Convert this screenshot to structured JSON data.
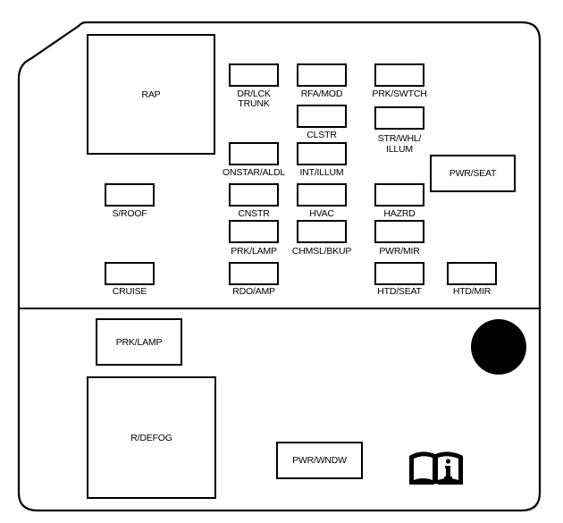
{
  "title": "Fuse block layout",
  "upper_section": {
    "large_blocks": [
      {
        "id": "rap",
        "label": "RAP"
      },
      {
        "id": "pwr-seat",
        "label": "PWR/SEAT"
      }
    ],
    "fuses": [
      {
        "id": "dr-lck-trunk",
        "label": "DR/LCK\nTRUNK",
        "line1": "DR/LCK",
        "line2": "TRUNK"
      },
      {
        "id": "rfa-mod",
        "label": "RFA/MOD"
      },
      {
        "id": "prk-swtch",
        "label": "PRK/SWTCH"
      },
      {
        "id": "clstr",
        "label": "CLSTR"
      },
      {
        "id": "str-whl-illum",
        "label": "STR/WHL/\nILLUM",
        "line1": "STR/WHL/",
        "line2": "ILLUM"
      },
      {
        "id": "onstar-aldl",
        "label": "ONSTAR/ALDL"
      },
      {
        "id": "int-illum",
        "label": "INT/ILLUM"
      },
      {
        "id": "s-roof",
        "label": "S/ROOF"
      },
      {
        "id": "cnstr",
        "label": "CNSTR"
      },
      {
        "id": "hvac",
        "label": "HVAC"
      },
      {
        "id": "hazrd",
        "label": "HAZRD"
      },
      {
        "id": "prk-lamp-fuse",
        "label": "PRK/LAMP"
      },
      {
        "id": "chmsl-bkup",
        "label": "CHMSL/BKUP"
      },
      {
        "id": "pwr-mir",
        "label": "PWR/MIR"
      },
      {
        "id": "cruise",
        "label": "CRUISE"
      },
      {
        "id": "rdo-amp",
        "label": "RDO/AMP"
      },
      {
        "id": "htd-seat",
        "label": "HTD/SEAT"
      },
      {
        "id": "htd-mir",
        "label": "HTD/MIR"
      }
    ]
  },
  "lower_section": {
    "relays": [
      {
        "id": "prk-lamp-relay",
        "label": "PRK/LAMP"
      },
      {
        "id": "r-defog",
        "label": "R/DEFOG"
      },
      {
        "id": "pwr-wndw",
        "label": "PWR/WNDW"
      }
    ],
    "icons": [
      "mounting-hole",
      "owners-manual-info-icon"
    ]
  }
}
